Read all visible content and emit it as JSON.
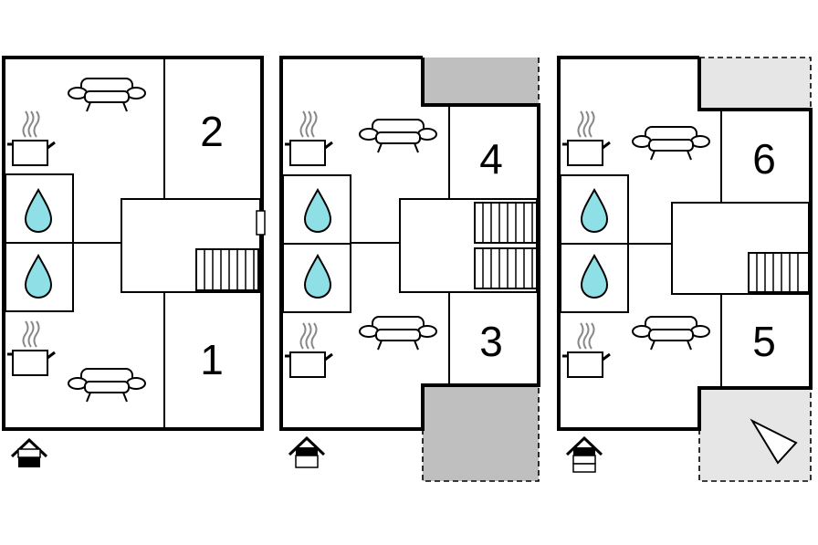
{
  "floors": [
    {
      "id": "ground",
      "rooms": [
        {
          "label": "2"
        },
        {
          "label": "1"
        }
      ],
      "floor_indicator_icon": "house-floor-1-icon"
    },
    {
      "id": "first",
      "rooms": [
        {
          "label": "4"
        },
        {
          "label": "3"
        }
      ],
      "floor_indicator_icon": "house-floor-2-icon"
    },
    {
      "id": "second",
      "rooms": [
        {
          "label": "6"
        },
        {
          "label": "5"
        }
      ],
      "floor_indicator_icon": "house-floor-3-icon"
    }
  ],
  "icons": [
    "kitchen-pot-icon",
    "water-drop-icon",
    "sofa-icon",
    "stairs-icon",
    "house-floor-icon",
    "balcony-area",
    "compass-arrow-icon"
  ],
  "colors": {
    "balcony_dark": "#bfbfbf",
    "balcony_light": "#e6e6e6",
    "water": "#8fe0e6",
    "steam": "#888888"
  }
}
